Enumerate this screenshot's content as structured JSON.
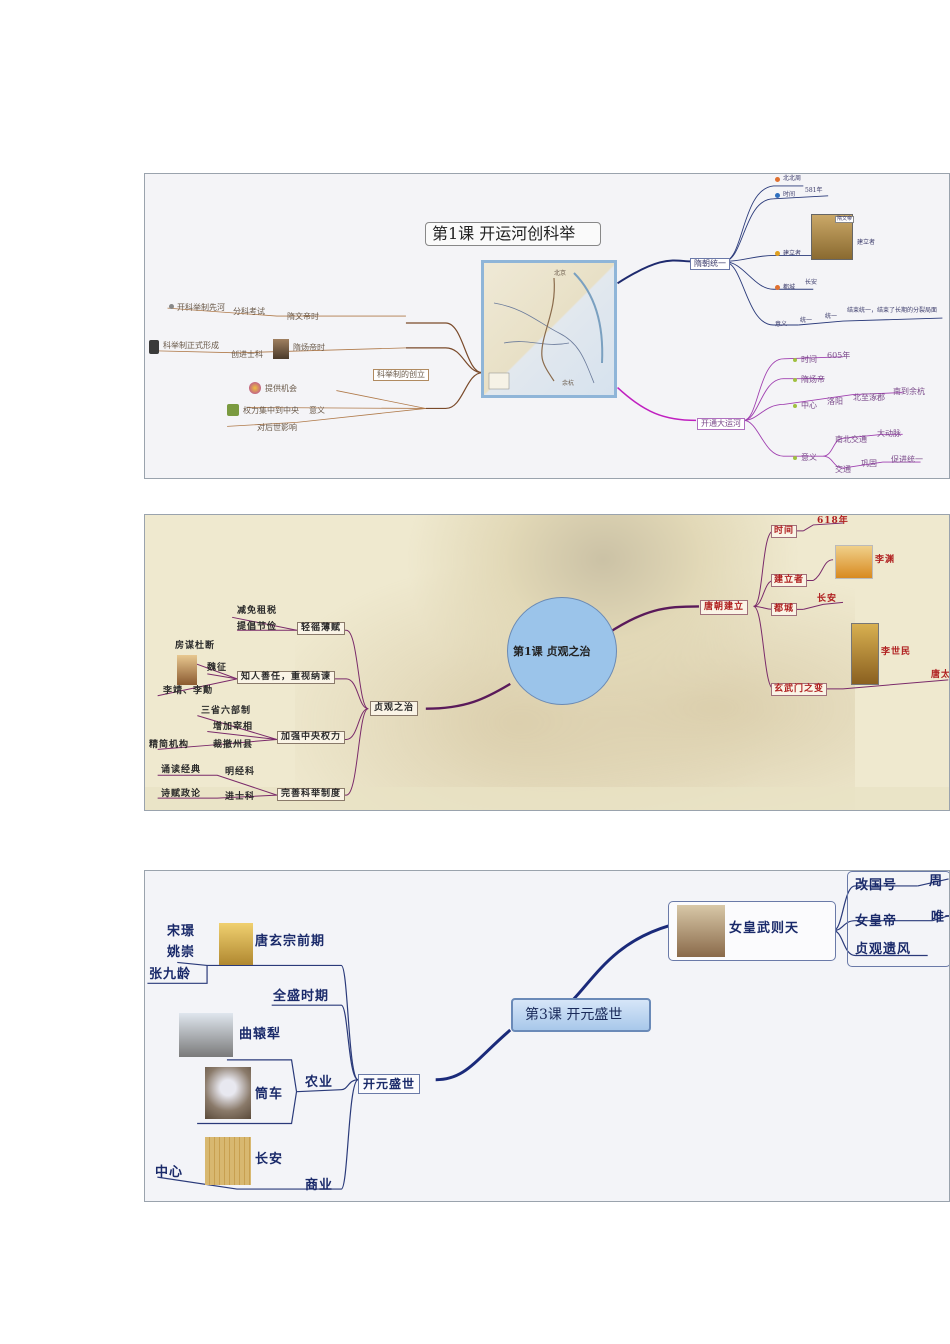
{
  "m1": {
    "title": "第1课  开运河创科举",
    "map_labels": {
      "north": "北京",
      "south": "余杭"
    },
    "right": {
      "unify": "隋朝统一",
      "founder": "建立者",
      "founder_badge": "隋文帝",
      "dynasty": "北北周",
      "time": "时间",
      "year": "581年",
      "capital": "都城",
      "capital_val": "长安",
      "meaning": "意义",
      "meaning2": "统一",
      "meaning_text": "结束统一，结束了长期的分裂局面",
      "canal": "开通大运河",
      "canal_time": "时间",
      "canal_year": "605年",
      "canal_who": "隋炀帝",
      "canal_center": "中心",
      "canal_center_val": "洛阳",
      "canal_n": "北至涿郡",
      "canal_s": "南到余杭",
      "canal_meaning": "意义",
      "canal_m1": "南北交通",
      "canal_m1v": "大动脉",
      "canal_m2": "交通",
      "canal_m2a": "巩固",
      "canal_m2b": "促进统一"
    },
    "left": {
      "keju": "科举制的创立",
      "a1": "开科举制先河",
      "a2": "分科考试",
      "a3": "隋文帝时",
      "b1": "科举制正式形成",
      "b2": "创进士科",
      "b3": "隋炀帝时",
      "c1": "提供机会",
      "c2": "权力集中到中央",
      "c3": "意义",
      "c4": "对后世影响"
    }
  },
  "m2": {
    "center": "第1课  贞观之治",
    "right": {
      "founding": "唐朝建立",
      "time": "时间",
      "year": "618年",
      "founder": "建立者",
      "founder_name": "李渊",
      "capital": "都城",
      "capital_val": "长安",
      "event": "玄武门之变",
      "event_name": "李世民",
      "next": "唐太"
    },
    "left": {
      "zhenguan": "贞观之治",
      "g1": "轻徭薄赋",
      "g1a": "减免租税",
      "g1b": "提倡节俭",
      "g2": "知人善任，重视纳谏",
      "g2a": "房谋杜断",
      "g2b": "魏征",
      "g2c": "李靖、李勣",
      "g3": "加强中央权力",
      "g3a": "三省六部制",
      "g3b": "增加宰相",
      "g3c": "裁撤州县",
      "g3d": "精简机构",
      "g4": "完善科举制度",
      "g4a": "明经科",
      "g4b": "诵读经典",
      "g4c": "进士科",
      "g4d": "诗赋政论"
    }
  },
  "m3": {
    "center": "第3课  开元盛世",
    "right": {
      "empress": "女皇武则天",
      "r1": "改国号",
      "r1v": "周",
      "r2": "女皇帝",
      "r2v": "唯一",
      "r3": "贞观遗风"
    },
    "left": {
      "kaiyuan": "开元盛世",
      "l1": "唐玄宗前期",
      "l1a": "宋璟",
      "l1b": "姚崇",
      "l1c": "张九龄",
      "l2": "全盛时期",
      "l3": "农业",
      "l3a": "曲辕犁",
      "l3b": "筒车",
      "l4": "商业",
      "l4a": "长安",
      "l4b": "中心"
    }
  }
}
